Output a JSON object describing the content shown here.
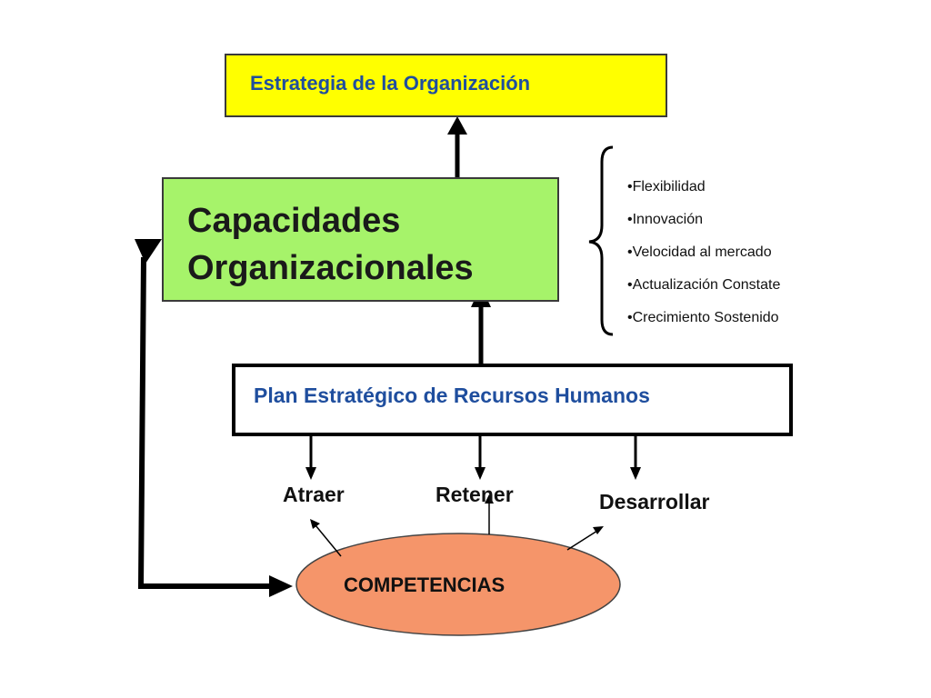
{
  "strategy_box": {
    "label": "Estrategia de la Organización",
    "color": "#ffff00",
    "text_color": "#1f4e9e"
  },
  "capabilities_box": {
    "line1": "Capacidades",
    "line2": "Organizacionales",
    "color": "#a6f36a"
  },
  "capabilities_list": {
    "items": [
      "•Flexibilidad",
      "•Innovación",
      "•Velocidad al mercado",
      "•Actualización Constate",
      "•Crecimiento Sostenido"
    ]
  },
  "hr_plan_box": {
    "label": "Plan Estratégico de Recursos Humanos",
    "text_color": "#1f4e9e"
  },
  "actions": {
    "attract": "Atraer",
    "retain": "Retener",
    "develop": "Desarrollar"
  },
  "competencies": {
    "label": "COMPETENCIAS",
    "color": "#f5956a"
  }
}
